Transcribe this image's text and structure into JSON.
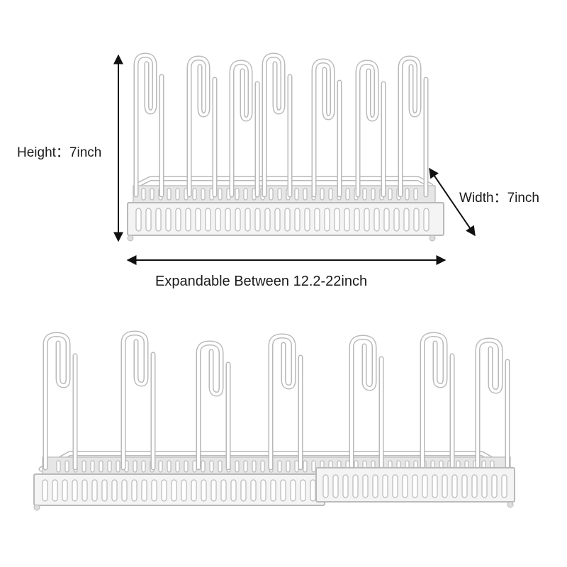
{
  "labels": {
    "height": "Height：7inch",
    "width": "Width：7inch",
    "expandable": "Expandable Between 12.2-22inch"
  },
  "colors": {
    "background": "#ffffff",
    "rack": "#f2f2f2",
    "rack_outline": "#b9b9b9",
    "arrow": "#111111",
    "text": "#1a1a1a"
  },
  "top_rack": {
    "dividers": 7
  },
  "bottom_rack": {
    "dividers": 7,
    "sections": 2
  }
}
